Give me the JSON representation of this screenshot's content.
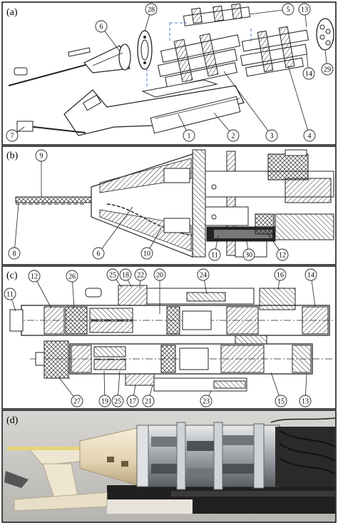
{
  "panels": {
    "a": {
      "label": "(a)",
      "callouts": [
        "6",
        "28",
        "5",
        "13",
        "7",
        "1",
        "2",
        "3",
        "4",
        "14",
        "29"
      ]
    },
    "b": {
      "label": "(b)",
      "callouts": [
        "9",
        "8",
        "6",
        "10",
        "11",
        "30",
        "12"
      ]
    },
    "c": {
      "label": "(c)",
      "callouts": [
        "12",
        "26",
        "25",
        "18",
        "22",
        "20",
        "24",
        "16",
        "14",
        "11",
        "27",
        "19",
        "25",
        "17",
        "21",
        "23",
        "15",
        "13"
      ]
    },
    "d": {
      "label": "(d)"
    }
  },
  "colors": {
    "frame": "#111111",
    "line": "#1a1a1a",
    "hatch": "#2b2b2b",
    "photo_bg": "#c9c7c3",
    "metal": "#b8bcc0",
    "cone": "#e9dcc2",
    "rail": "#202020",
    "leader": "#4a78c8"
  }
}
